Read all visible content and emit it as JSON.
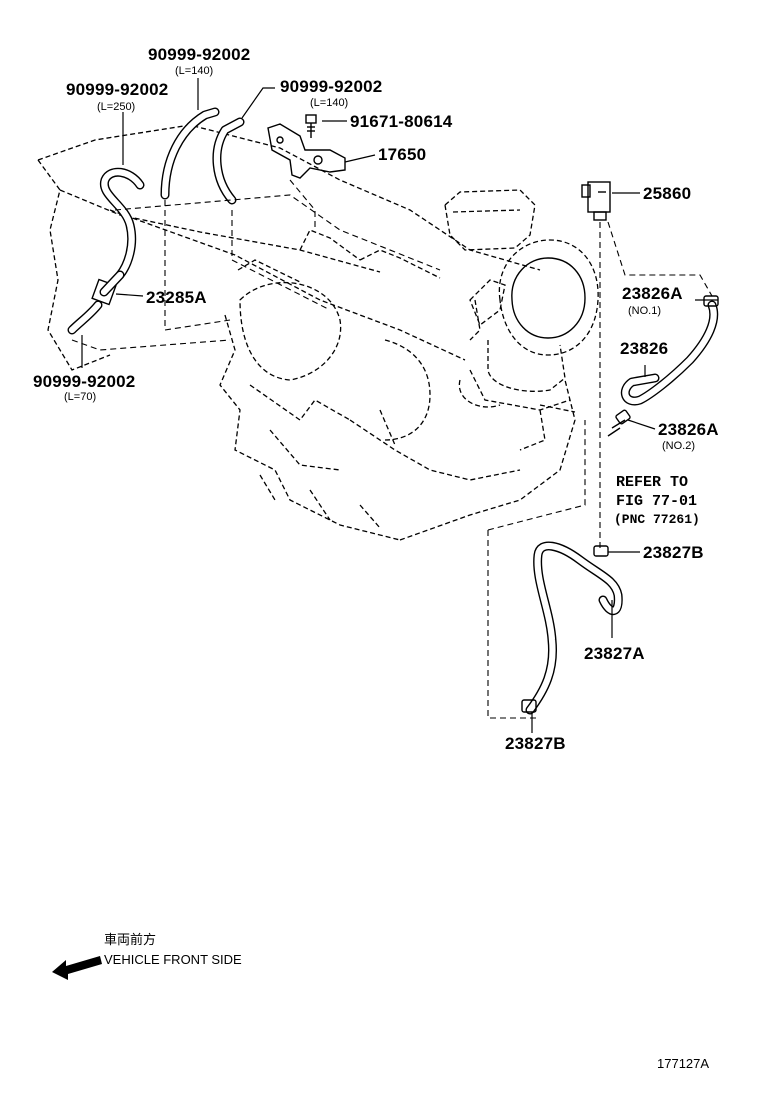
{
  "parts": {
    "hose_top_center": {
      "number": "90999-92002",
      "length": "(L=140)"
    },
    "hose_top_left": {
      "number": "90999-92002",
      "length": "(L=250)"
    },
    "hose_top_right": {
      "number": "90999-92002",
      "length": "(L=140)"
    },
    "bolt": {
      "number": "91671-80614"
    },
    "vsv_bracket": {
      "number": "17650"
    },
    "vsv": {
      "number": "25860"
    },
    "filter": {
      "number": "23285A"
    },
    "hose_bottom_left": {
      "number": "90999-92002",
      "length": "(L=70)"
    },
    "clamp_no1": {
      "number": "23826A",
      "tag": "(NO.1)"
    },
    "hose_23826": {
      "number": "23826"
    },
    "clamp_no2": {
      "number": "23826A",
      "tag": "(NO.2)"
    },
    "refer": {
      "line1": "REFER TO",
      "line2": "FIG 77-01",
      "line3": "(PNC 77261)"
    },
    "clamp_23827b_upper": {
      "number": "23827B"
    },
    "hose_23827a": {
      "number": "23827A"
    },
    "clamp_23827b_lower": {
      "number": "23827B"
    }
  },
  "legend": {
    "japanese": "車両前方",
    "english": "VEHICLE FRONT SIDE"
  },
  "figure_id": "177127A"
}
